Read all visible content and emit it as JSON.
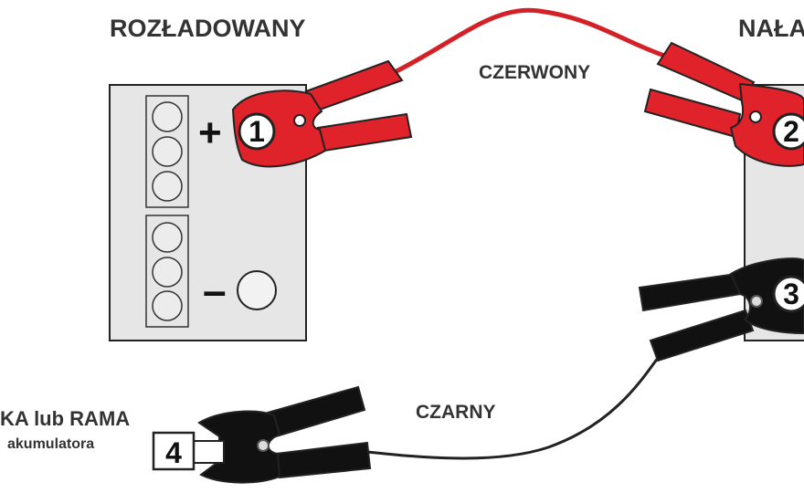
{
  "labels": {
    "discharged": "ROZŁADOWANY",
    "charged_partial": "NAŁA",
    "red_cable": "CZERWONY",
    "black_cable": "CZARNY",
    "ground_line1": "KA lub RAMA",
    "ground_line2": "akumulatora"
  },
  "terminals": {
    "plus_sign": "+",
    "minus_sign": "–"
  },
  "steps": [
    "1",
    "2",
    "3",
    "4"
  ],
  "colors": {
    "red_clamp": "#e0232a",
    "black_clamp": "#111111",
    "battery_fill": "#e6e6e6",
    "cable_red": "#d42027",
    "cable_black": "#222222"
  }
}
